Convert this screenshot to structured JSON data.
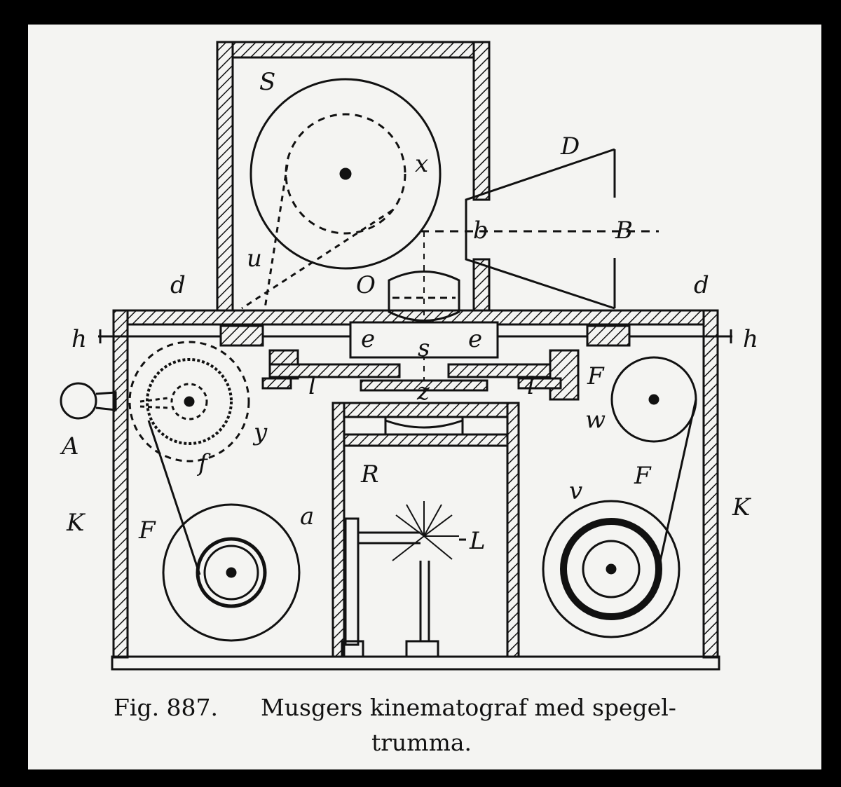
{
  "figure": {
    "caption_line1_number": "Fig. 887.",
    "caption_line1_text": "Musgers kinematograf med spegel-",
    "caption_line2_text": "trumma.",
    "labels": {
      "S": "S",
      "x": "x",
      "D": "D",
      "b": "b",
      "B": "B",
      "u": "u",
      "O": "O",
      "d_left": "d",
      "d_right": "d",
      "h_left": "h",
      "h_right": "h",
      "e_left": "e",
      "e_right": "e",
      "s": "s",
      "F_right": "F",
      "l_left": "l",
      "l_right": "l",
      "z": "z",
      "A": "A",
      "y": "y",
      "f": "f",
      "w": "w",
      "R": "R",
      "K_left": "K",
      "K_right": "K",
      "F_left": "F",
      "F_mid_right": "F",
      "v": "v",
      "a": "a",
      "L": "L"
    }
  }
}
